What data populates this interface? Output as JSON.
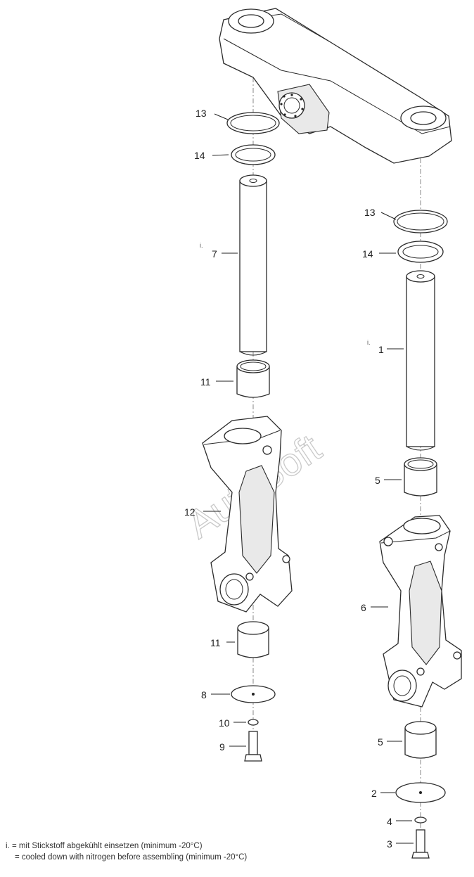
{
  "callouts": [
    {
      "id": "left-13",
      "text": "13"
    },
    {
      "id": "left-14",
      "text": "14"
    },
    {
      "id": "left-7",
      "text": "7"
    },
    {
      "id": "left-11a",
      "text": "11"
    },
    {
      "id": "left-12",
      "text": "12"
    },
    {
      "id": "left-11b",
      "text": "11"
    },
    {
      "id": "left-8",
      "text": "8"
    },
    {
      "id": "left-10",
      "text": "10"
    },
    {
      "id": "left-9",
      "text": "9"
    },
    {
      "id": "right-13",
      "text": "13"
    },
    {
      "id": "right-14",
      "text": "14"
    },
    {
      "id": "right-1",
      "text": "1"
    },
    {
      "id": "right-5a",
      "text": "5"
    },
    {
      "id": "right-6",
      "text": "6"
    },
    {
      "id": "right-5b",
      "text": "5"
    },
    {
      "id": "right-2",
      "text": "2"
    },
    {
      "id": "right-4",
      "text": "4"
    },
    {
      "id": "right-3",
      "text": "3"
    }
  ],
  "markers": {
    "pin_left": "i.",
    "pin_right": "i."
  },
  "watermark": "AutoSoft",
  "footnote": {
    "german": "i. = mit Stickstoff abgekühlt einsetzen (minimum -20°C)",
    "english": "= cooled down with nitrogen before assembling (minimum -20°C)"
  }
}
